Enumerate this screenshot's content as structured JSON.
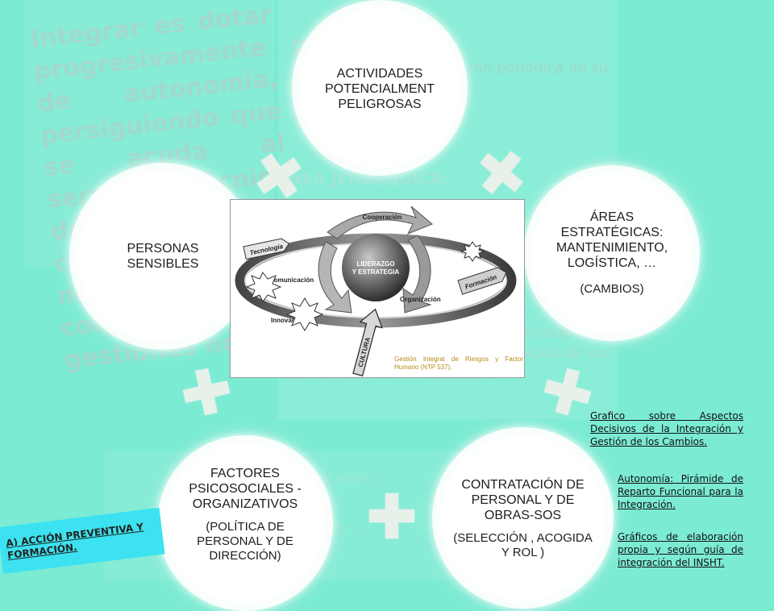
{
  "background": {
    "left_text": "Integrar es dotar progresivamente de autonomía, persiguiendo que se acuda al servicio o técnico designado sólo cuando sea necesario compartir gestiones no...",
    "heading1": "D",
    "para1": "PRL acordes con periódica de su",
    "para1_lead": "c",
    "heading2": "NEA JERÁRQUICA:",
    "para2": "procedi- cambios o anomalías, la comunicación de los mismos para su reevaluación.",
    "frag1": "icación.",
    "frag2": "ión, ..."
  },
  "circles": {
    "actividades": {
      "main": "ACTIVIDADES POTENCIALMENT PELIGROSAS"
    },
    "areas": {
      "main": "ÁREAS ESTRATÉGICAS: MANTENIMIENTO, LOGÍSTICA, …",
      "sub": "(CAMBIOS)"
    },
    "personas": {
      "main": "PERSONAS SENSIBLES"
    },
    "factores": {
      "main": "FACTORES PSICOSOCIALES - ORGANIZATIVOS",
      "sub": "(POLÍTICA DE PERSONAL Y DE DIRECCIÓN)"
    },
    "contratacion": {
      "main": "CONTRATACIÓN DE PERSONAL Y DE OBRAS-SOS",
      "sub": "(SELECCIÓN , ACOGIDA Y ROL )"
    }
  },
  "figure": {
    "center_line1": "LIDERAZGO",
    "center_line2": "Y ESTRATEGIA",
    "cooperacion": "Cooperación",
    "tecnologia": "Tecnología",
    "comunicacion": "Comunicación",
    "organizacion": "Organización",
    "formacion": "Formación",
    "innovacion": "Innovación",
    "cultura": "CULTURA",
    "caption": "Gestión Integral de Riesgos y Factor Humano (NTP 537)."
  },
  "notes": {
    "note1": "Grafico sobre Aspectos Decisivos de la Integración y Gestión de los Cambios.",
    "note2": "Autonomía: Pirámide de Reparto Funcional para la Integración.",
    "note3": "Gráficos de elaboración propia y según guía de integración del INSHT."
  },
  "label": {
    "text": "A) ACCIÓN PREVENTIVA Y FORMACIÓN."
  },
  "colors": {
    "background": "#7cebd3",
    "label_box": "#3ce2ef",
    "caption": "#b58a14"
  }
}
